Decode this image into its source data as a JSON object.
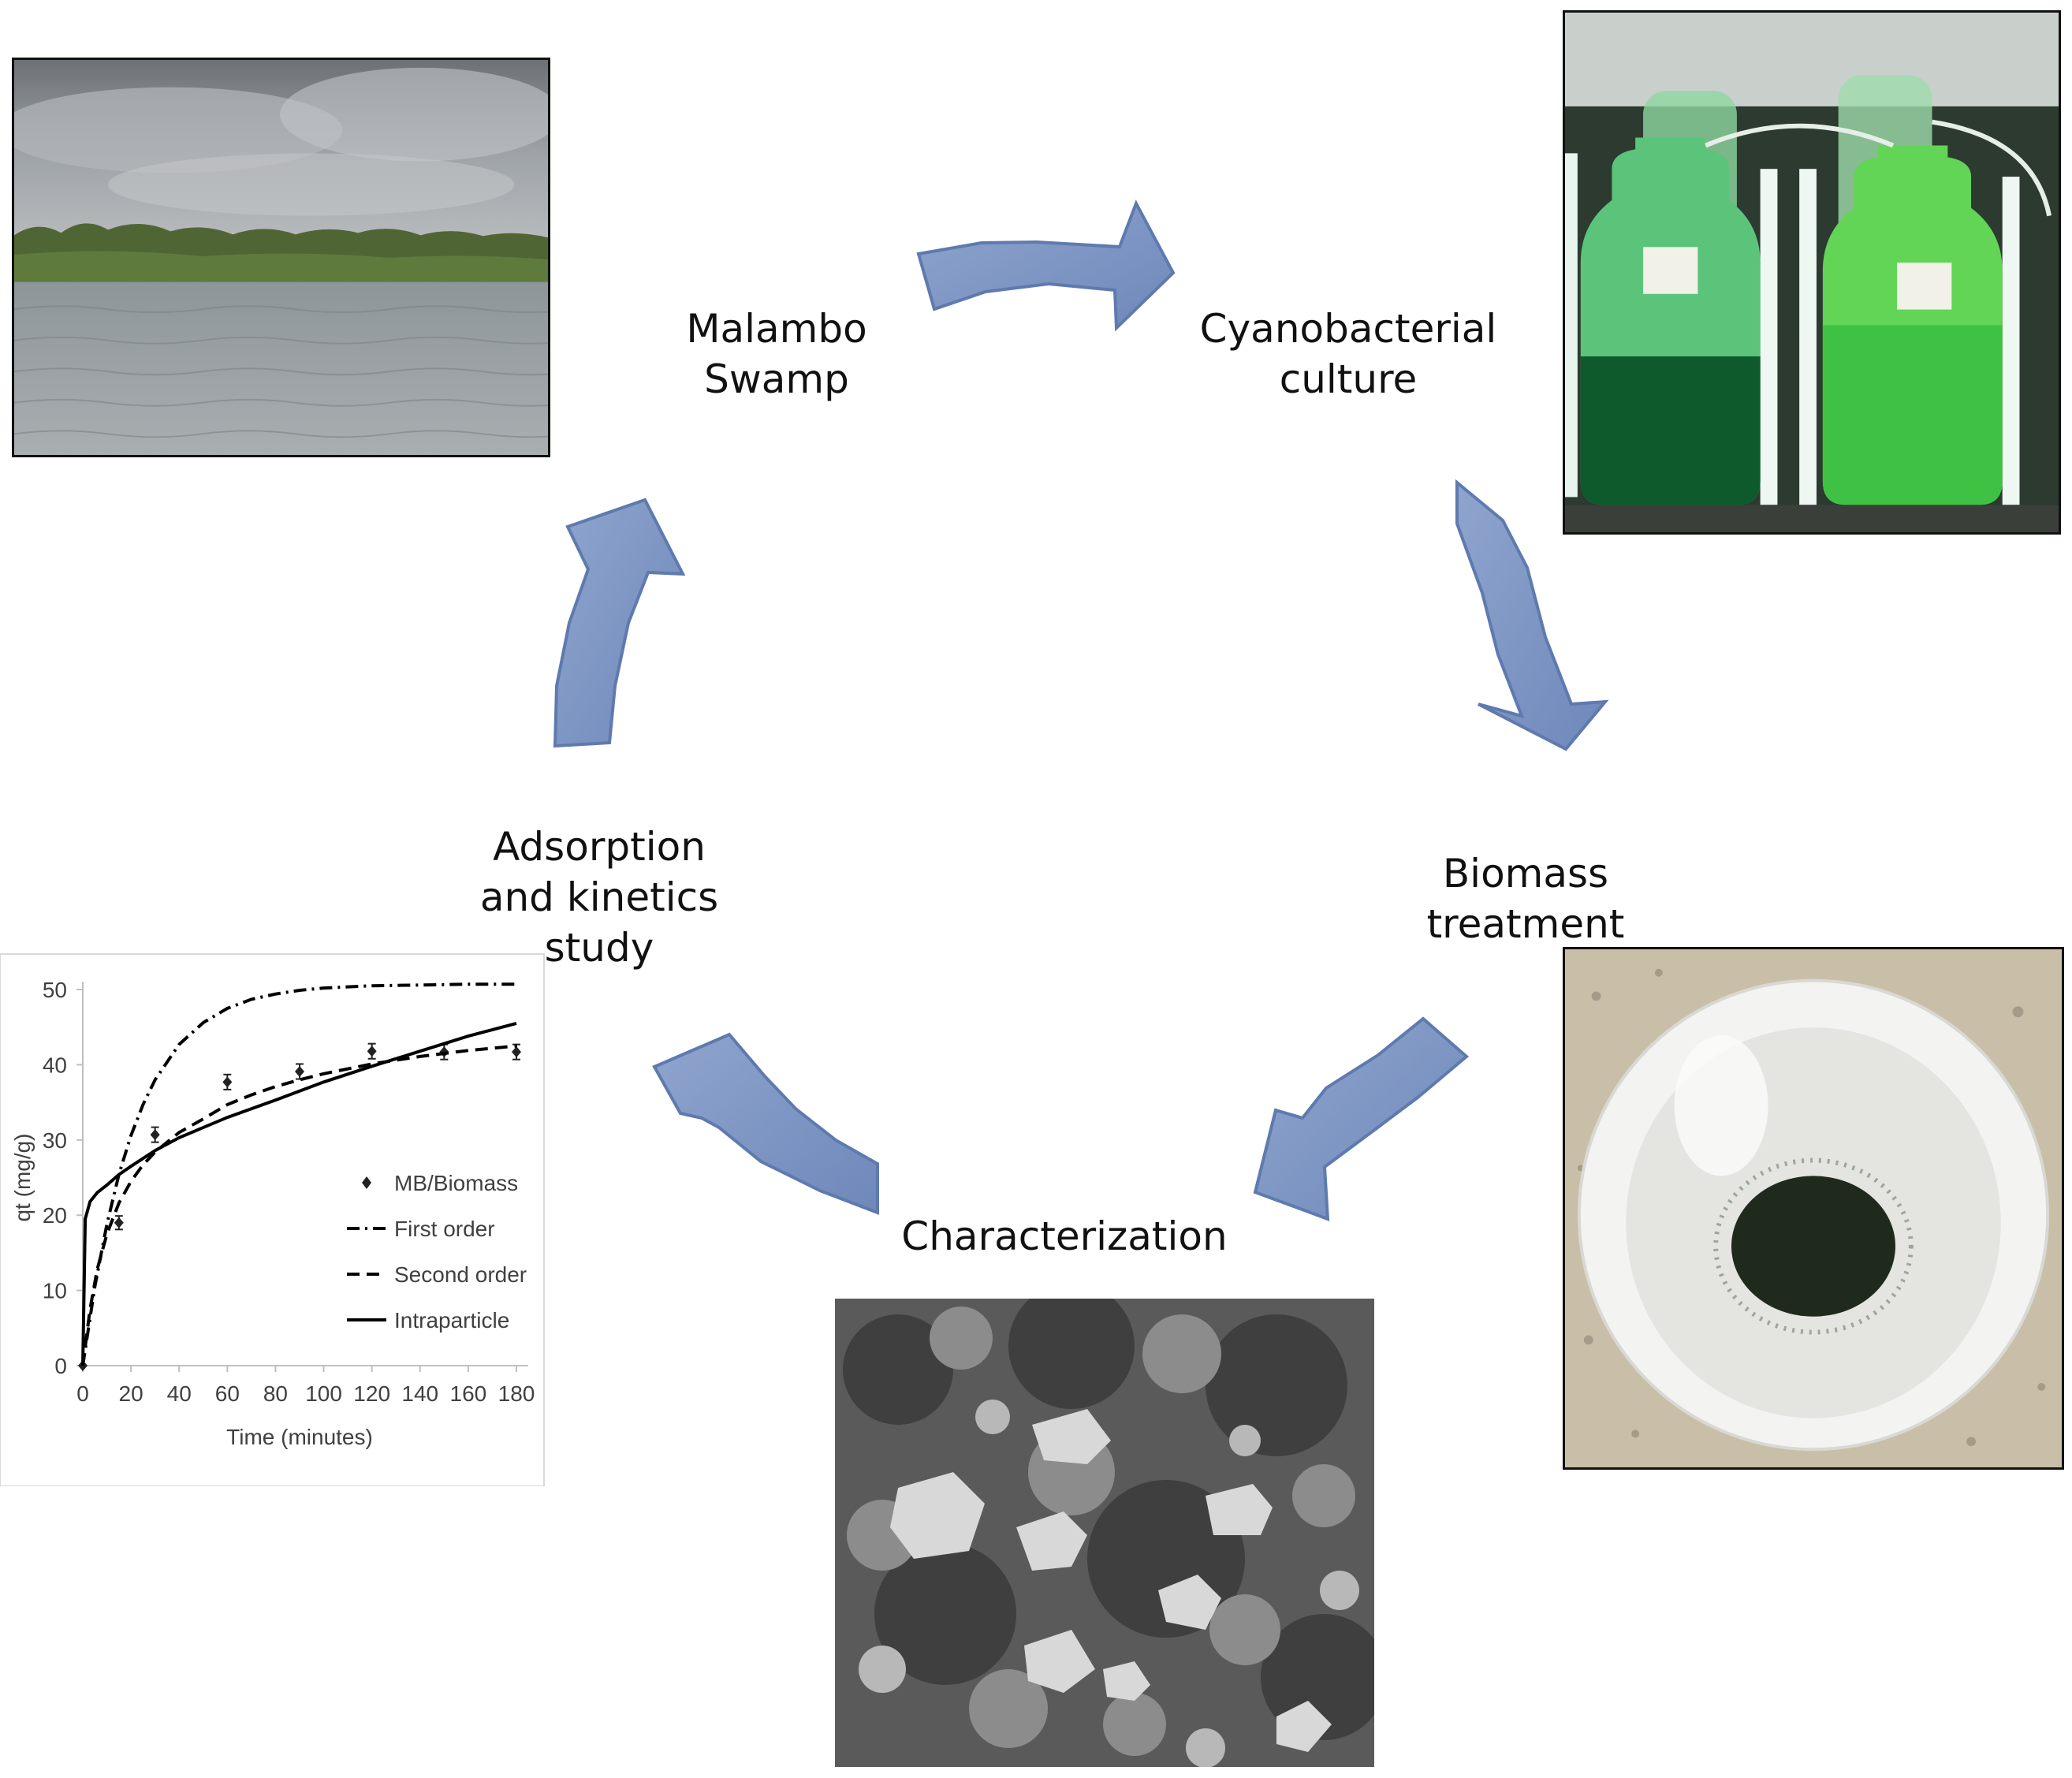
{
  "colors": {
    "arrow_fill": "#8097C2",
    "arrow_stroke": "#5E7AAE",
    "border": "#111111"
  },
  "stages": {
    "swamp": {
      "line1": "Malambo",
      "line2": "Swamp"
    },
    "culture": {
      "line1": "Cyanobacterial",
      "line2": "culture"
    },
    "biomass": {
      "line1": "Biomass",
      "line2": "treatment"
    },
    "characterization": {
      "line1": "Characterization"
    },
    "adsorption": {
      "line1": "Adsorption",
      "line2": "and kinetics",
      "line3": "study"
    }
  },
  "images": {
    "swamp": "swamp-landscape-photo",
    "culture": "cyanobacteria-culture-bottles-photo",
    "biomass": "dried-biomass-in-bowl-photo",
    "characterization": "sem-micrograph-photo"
  },
  "chart_data": {
    "type": "scatter",
    "title": "",
    "xlabel": "Time (minutes)",
    "ylabel": "qt (mg/g)",
    "xlim": [
      0,
      180
    ],
    "ylim": [
      0,
      50
    ],
    "xticks": [
      0,
      20,
      40,
      60,
      80,
      100,
      120,
      140,
      160,
      180
    ],
    "yticks": [
      0,
      10,
      20,
      30,
      40,
      50
    ],
    "grid": false,
    "legend_position": "right",
    "series": [
      {
        "name": "MB/Biomass",
        "kind": "markers",
        "x": [
          0,
          15,
          30,
          60,
          90,
          120,
          150,
          180
        ],
        "y": [
          0,
          19,
          30.7,
          37.7,
          39.1,
          41.8,
          41.7,
          41.7
        ],
        "err": [
          0,
          0.9,
          1.0,
          1.0,
          1.0,
          1.0,
          1.0,
          1.0
        ]
      },
      {
        "name": "First order",
        "kind": "dash-dot",
        "x": [
          0,
          5,
          10,
          15,
          20,
          25,
          30,
          40,
          50,
          60,
          70,
          80,
          90,
          100,
          120,
          140,
          160,
          180
        ],
        "y": [
          0,
          10.5,
          18.8,
          25.4,
          30.6,
          34.7,
          38.0,
          42.7,
          45.6,
          47.5,
          48.7,
          49.4,
          49.9,
          50.2,
          50.5,
          50.6,
          50.7,
          50.7
        ]
      },
      {
        "name": "Second order",
        "kind": "dashed",
        "x": [
          0,
          3,
          6,
          10,
          15,
          20,
          25,
          30,
          40,
          50,
          60,
          70,
          80,
          90,
          100,
          120,
          140,
          160,
          180
        ],
        "y": [
          0,
          7.5,
          12.8,
          17.5,
          21.6,
          24.5,
          26.7,
          28.4,
          31.0,
          32.8,
          34.7,
          36.0,
          37.1,
          38.0,
          38.8,
          40.1,
          41.1,
          41.9,
          42.5
        ]
      },
      {
        "name": "Intraparticle",
        "kind": "solid",
        "x": [
          0,
          1,
          3,
          6,
          10,
          15,
          20,
          30,
          40,
          60,
          80,
          100,
          120,
          140,
          160,
          180
        ],
        "y": [
          0,
          19.5,
          21.8,
          23.0,
          24.0,
          25.4,
          26.5,
          28.6,
          30.3,
          33.0,
          35.3,
          37.7,
          39.8,
          41.8,
          43.8,
          45.5
        ]
      }
    ]
  }
}
